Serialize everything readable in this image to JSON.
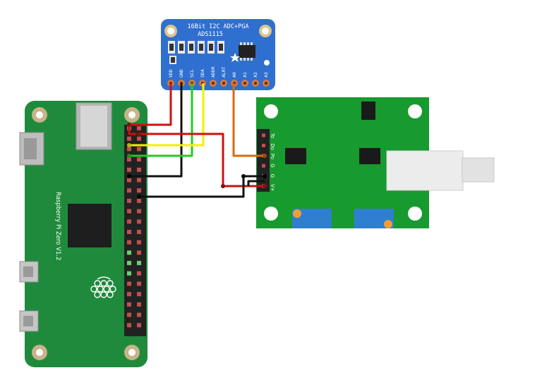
{
  "adc_board": {
    "title": "16Bit I2C ADC+PGA",
    "chip": "ADS1115",
    "pins": [
      "VDD",
      "GND",
      "SCL",
      "SDA",
      "ADDR",
      "ALRT",
      "A0",
      "A1",
      "A2",
      "A3"
    ]
  },
  "pi_board": {
    "label": "Raspberry Pi Zero V1.2"
  },
  "sensor_board": {
    "pins": [
      "To",
      "Do",
      "Po",
      "G",
      "G",
      "V+"
    ]
  },
  "colors": {
    "pcb_blue": "#2f6fd0",
    "pcb_green": "#1f8a3c",
    "sensor_green": "#179a2e",
    "wire_red": "#cc1111",
    "wire_black": "#111111",
    "wire_green": "#22cc22",
    "wire_yellow": "#f2f200",
    "wire_orange": "#d86a12"
  }
}
